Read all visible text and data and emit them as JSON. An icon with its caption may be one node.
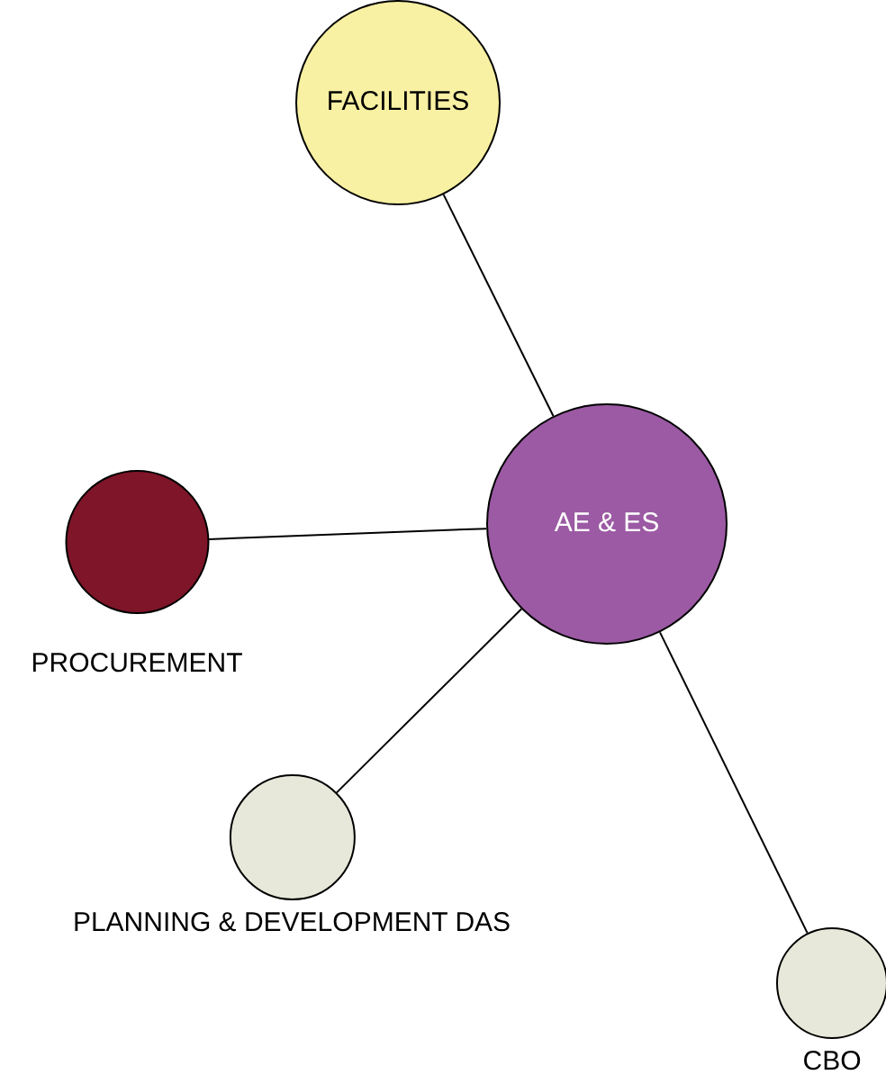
{
  "diagram": {
    "nodes": [
      {
        "text": [
          "FACILITIES"
        ]
      },
      {
        "text": [
          "AE & ES"
        ]
      },
      {
        "text": [
          "PROCUREMENT"
        ]
      },
      {
        "text": [
          "PLANNING & DEVELOPMENT DAS"
        ]
      },
      {
        "text": [
          "CBO"
        ]
      }
    ],
    "edges": [
      {
        "from": 0,
        "to": 1,
        "arrow": "none"
      },
      {
        "from": 2,
        "to": 1,
        "arrow": "none"
      },
      {
        "from": 3,
        "to": 1,
        "arrow": "none"
      },
      {
        "from": 1,
        "to": 4,
        "arrow": "none"
      }
    ]
  }
}
